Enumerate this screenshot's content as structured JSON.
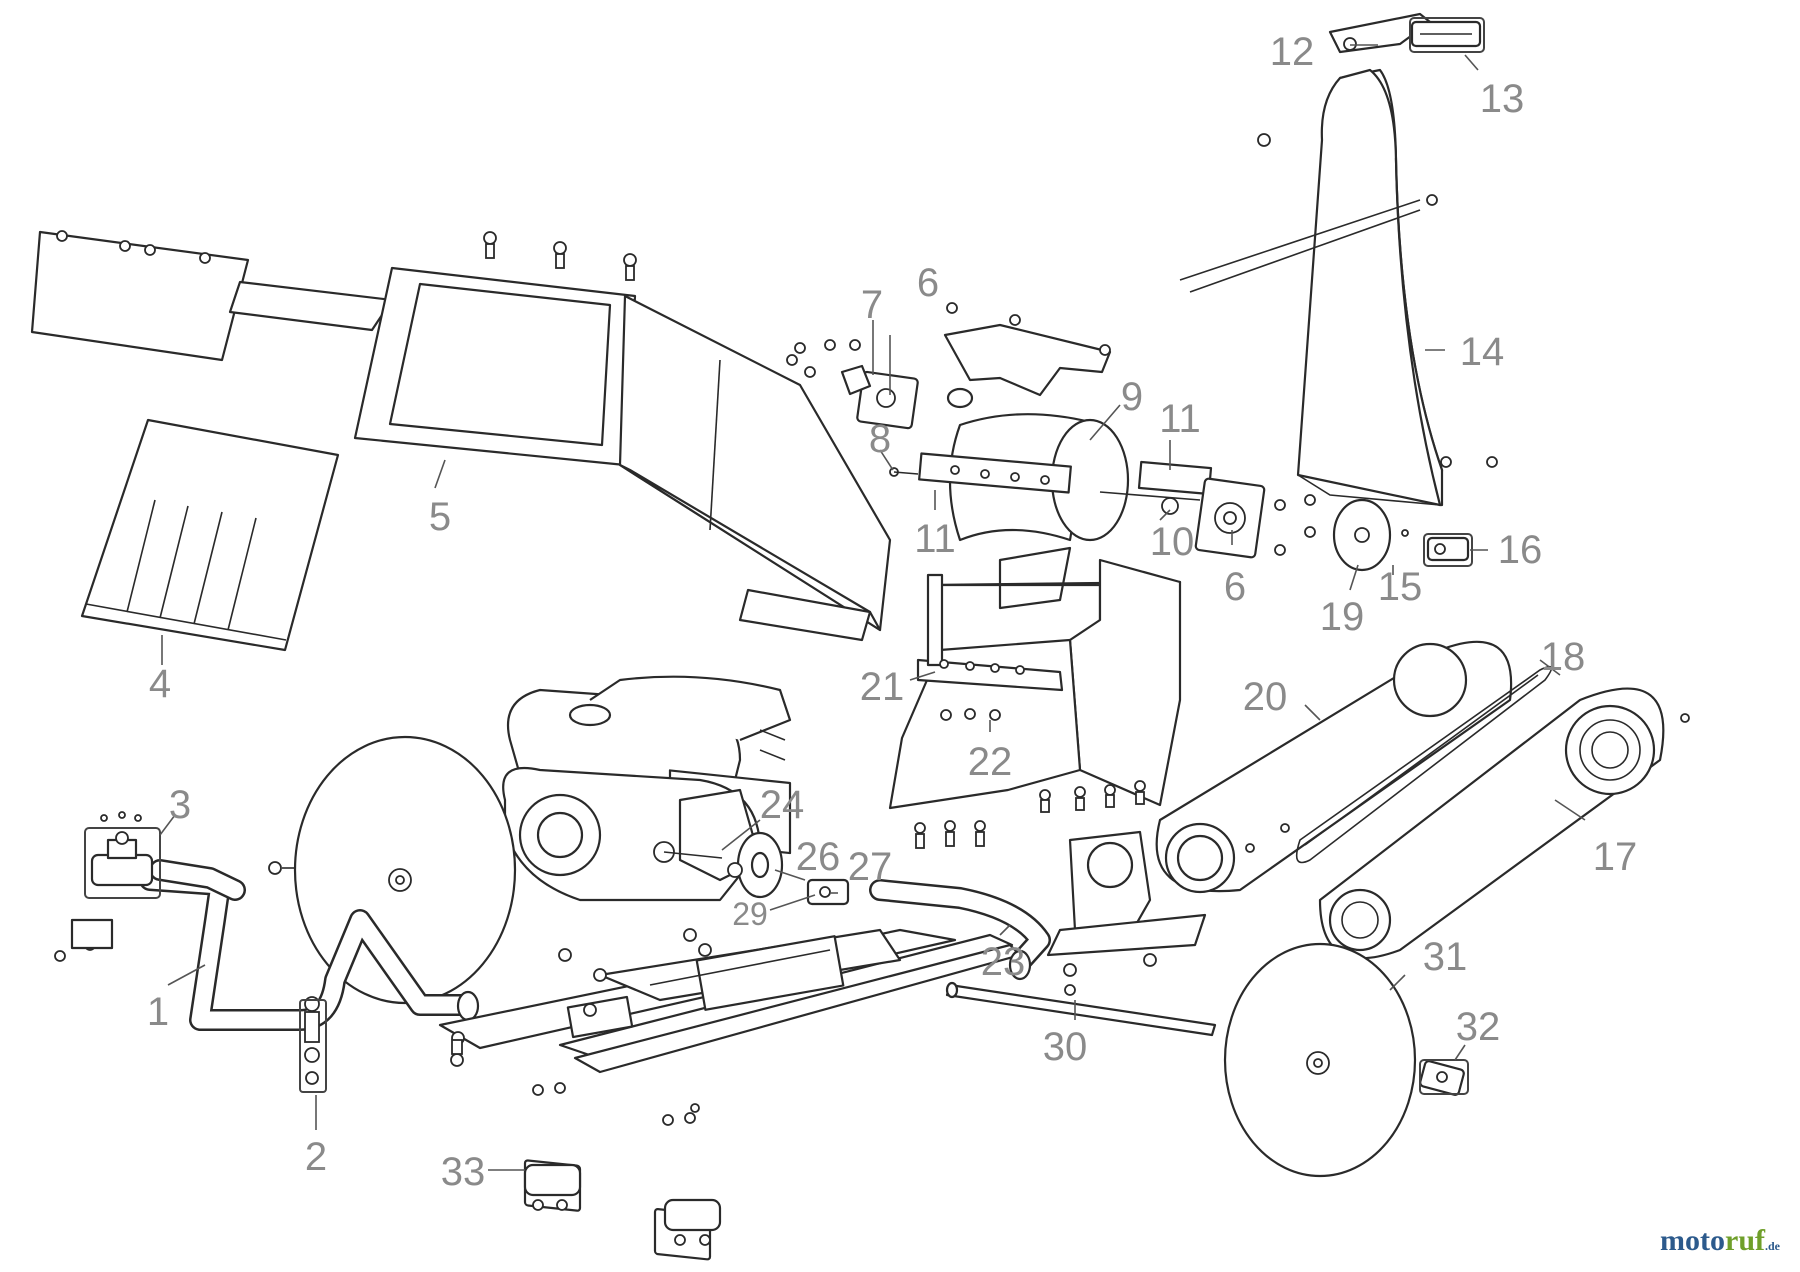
{
  "part_numbers": [
    "1",
    "2",
    "3",
    "4",
    "5",
    "6",
    "6",
    "7",
    "8",
    "9",
    "10",
    "11",
    "11",
    "12",
    "13",
    "14",
    "15",
    "16",
    "17",
    "18",
    "19",
    "20",
    "21",
    "22",
    "23",
    "24",
    "26",
    "27",
    "29",
    "30",
    "31",
    "32",
    "33"
  ],
  "watermark": {
    "part1": "moto",
    "part2": "ruf",
    "suffix": ".de"
  },
  "colors": {
    "line": "#2a2a2a",
    "label": "#8a8a8a",
    "brand_blue": "#2c5a8c",
    "brand_green": "#6f9f2a"
  }
}
